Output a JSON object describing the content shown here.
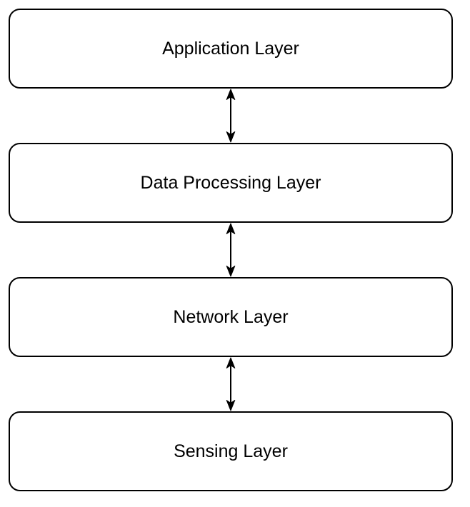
{
  "diagram": {
    "type": "layered-architecture",
    "layers": [
      {
        "label": "Application Layer"
      },
      {
        "label": "Data Processing Layer"
      },
      {
        "label": "Network Layer"
      },
      {
        "label": "Sensing Layer"
      }
    ],
    "connectors": [
      {
        "from": "Application Layer",
        "to": "Data Processing Layer",
        "style": "bidirectional-arrow"
      },
      {
        "from": "Data Processing Layer",
        "to": "Network Layer",
        "style": "bidirectional-arrow"
      },
      {
        "from": "Network Layer",
        "to": "Sensing Layer",
        "style": "bidirectional-arrow"
      }
    ],
    "colors": {
      "box_border": "#000000",
      "box_fill": "#ffffff",
      "background": "#ffffff",
      "arrow": "#000000",
      "text": "#000000"
    }
  }
}
